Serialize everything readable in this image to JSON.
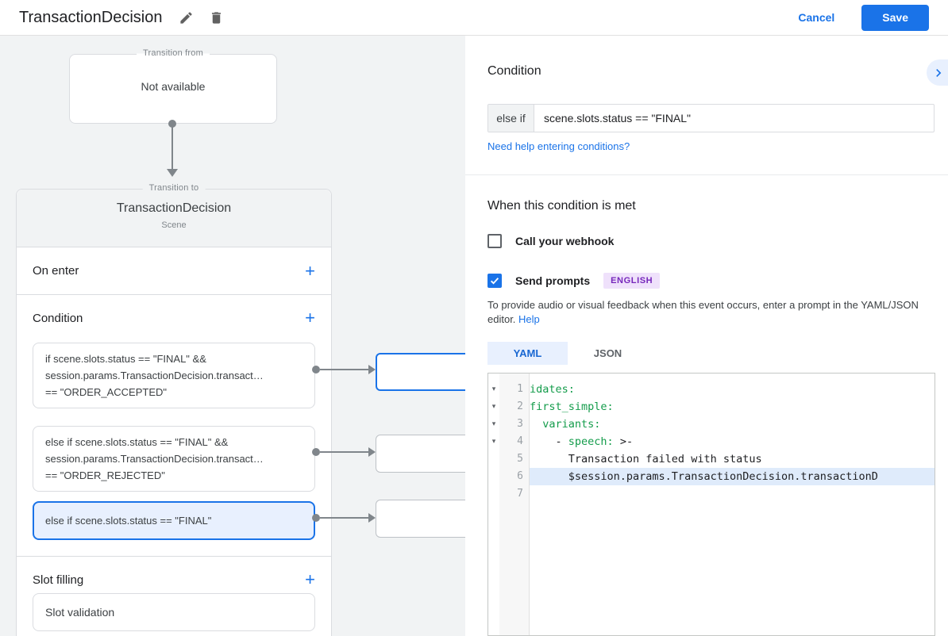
{
  "colors": {
    "accent": "#1a73e8",
    "selected_card_bg": "#e8f0fe",
    "badge_bg": "#efe1fb",
    "badge_text": "#7627bb",
    "yaml_key_green": "#149c4b",
    "connector_gray": "#80868b"
  },
  "icons": {
    "plus": "+",
    "fold_arrow": "▾"
  },
  "header": {
    "title": "TransactionDecision",
    "cancel_label": "Cancel",
    "save_label": "Save"
  },
  "diagram": {
    "transition_from": {
      "legend": "Transition from",
      "value": "Not available"
    },
    "transition_to": {
      "legend": "Transition to",
      "title": "TransactionDecision",
      "subtitle": "Scene"
    },
    "on_enter": {
      "label": "On enter"
    },
    "condition": {
      "label": "Condition",
      "cards": [
        {
          "lines": [
            "if scene.slots.status == \"FINAL\" &&",
            "session.params.TransactionDecision.transact…",
            "== \"ORDER_ACCEPTED\""
          ]
        },
        {
          "lines": [
            "else if scene.slots.status == \"FINAL\" &&",
            "session.params.TransactionDecision.transact…",
            "== \"ORDER_REJECTED\""
          ]
        },
        {
          "lines": [
            "else if scene.slots.status == \"FINAL\""
          ]
        }
      ]
    },
    "slot_filling": {
      "label": "Slot filling",
      "validation_label": "Slot validation"
    }
  },
  "panel": {
    "title": "Condition",
    "condition_input": {
      "prefix": "else if",
      "value": "scene.slots.status == \"FINAL\""
    },
    "help_link": "Need help entering conditions?",
    "when_heading": "When this condition is met",
    "webhook_label": "Call your webhook",
    "send_prompts_label": "Send prompts",
    "language_badge": "ENGLISH",
    "description_line1": "To provide audio or visual feedback when this event occurs, enter a prompt in the YAML/JSON",
    "description_line2": "editor.",
    "help_label": "Help",
    "tabs": {
      "yaml": "YAML",
      "json": "JSON"
    },
    "editor": {
      "lines": [
        {
          "num": "1",
          "segments": {
            "s0": "idates:"
          }
        },
        {
          "num": "2",
          "segments": {
            "s0": "first_simple:"
          }
        },
        {
          "num": "3",
          "segments": {
            "s0": "  ",
            "s1": "variants:"
          }
        },
        {
          "num": "4",
          "segments": {
            "s0": "    - ",
            "s1": "speech:",
            "s2": " >-"
          }
        },
        {
          "num": "5",
          "segments": {
            "s0": "      Transaction failed with status"
          }
        },
        {
          "num": "6",
          "segments": {
            "s0": "      $session.params.TransactionDecision.transactionD"
          }
        },
        {
          "num": "7",
          "segments": {
            "s0": ""
          }
        }
      ]
    }
  }
}
